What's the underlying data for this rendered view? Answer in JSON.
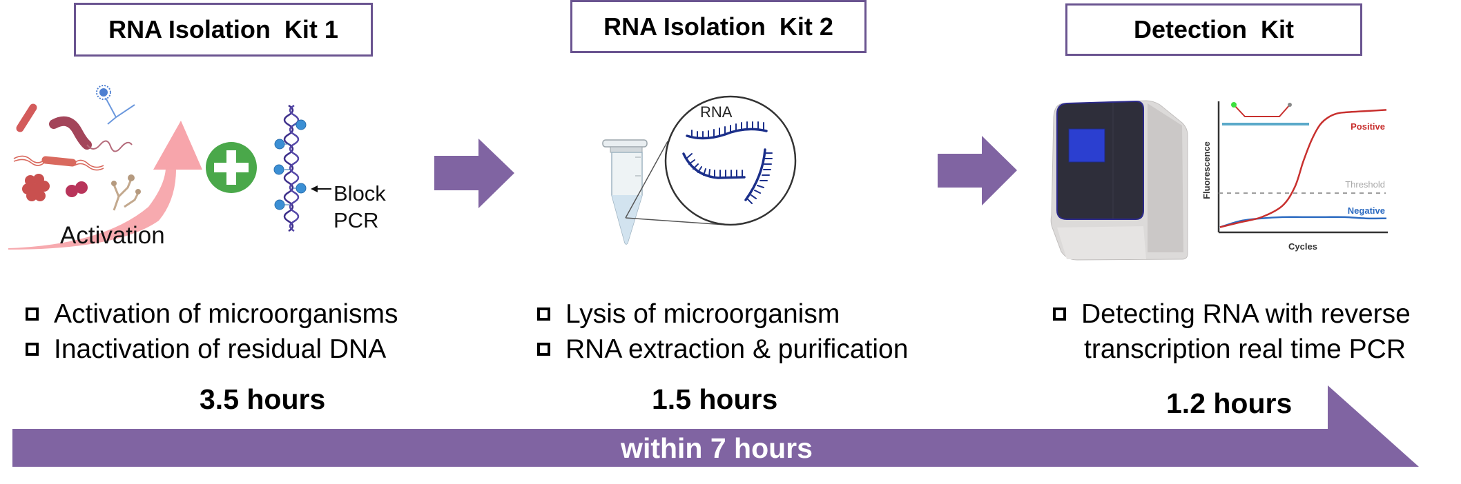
{
  "colors": {
    "accent_purple": "#8064a2",
    "box_border": "#6a5490",
    "activation_arrow": "#f7a5ab",
    "plus_green": "#4aa84a",
    "dna_blue": "#3b8fd4",
    "rna_navy": "#1b2f8a",
    "positive_red": "#c8302e",
    "negative_blue": "#2c6bc1",
    "threshold_gray": "#9a9a9a"
  },
  "stages": [
    {
      "title": "RNA Isolation  Kit 1",
      "bullets": [
        "Activation of microorganisms",
        "Inactivation of residual DNA"
      ],
      "duration": "3.5 hours",
      "illustration": {
        "activation_label": "Activation",
        "block_label_line1": "Block",
        "block_label_line2": "PCR",
        "icons": [
          "bacteria-icon",
          "plus-icon",
          "dna-helix-icon"
        ]
      }
    },
    {
      "title": "RNA Isolation  Kit 2",
      "bullets": [
        "Lysis of microorganism",
        "RNA extraction & purification"
      ],
      "duration": "1.5 hours",
      "illustration": {
        "rna_label": "RNA",
        "icons": [
          "microtube-icon",
          "magnifier-circle-icon",
          "rna-strand-icon"
        ]
      }
    },
    {
      "title": "Detection  Kit",
      "bullets": [
        "Detecting RNA with reverse",
        "transcription real time PCR"
      ],
      "duration": "1.2 hours",
      "illustration": {
        "icons": [
          "pcr-instrument-icon",
          "amplification-curve-icon"
        ]
      }
    }
  ],
  "timeline": {
    "label": "within 7 hours"
  },
  "chart_data": {
    "type": "line",
    "title": "",
    "xlabel": "Cycles",
    "ylabel": "Fluorescence",
    "grid": false,
    "legend": "inline-right",
    "x_range": [
      0,
      40
    ],
    "y_range": [
      0,
      1
    ],
    "threshold": {
      "label": "Threshold",
      "value": 0.3
    },
    "series": [
      {
        "name": "Positive",
        "x": [
          0,
          5,
          10,
          15,
          18,
          20,
          22,
          24,
          26,
          28,
          30,
          35,
          40
        ],
        "y": [
          0.03,
          0.07,
          0.11,
          0.2,
          0.35,
          0.55,
          0.72,
          0.84,
          0.9,
          0.93,
          0.94,
          0.95,
          0.96
        ]
      },
      {
        "name": "Negative",
        "x": [
          0,
          5,
          10,
          15,
          20,
          25,
          30,
          35,
          40
        ],
        "y": [
          0.03,
          0.08,
          0.1,
          0.11,
          0.11,
          0.11,
          0.11,
          0.1,
          0.1
        ]
      }
    ]
  }
}
